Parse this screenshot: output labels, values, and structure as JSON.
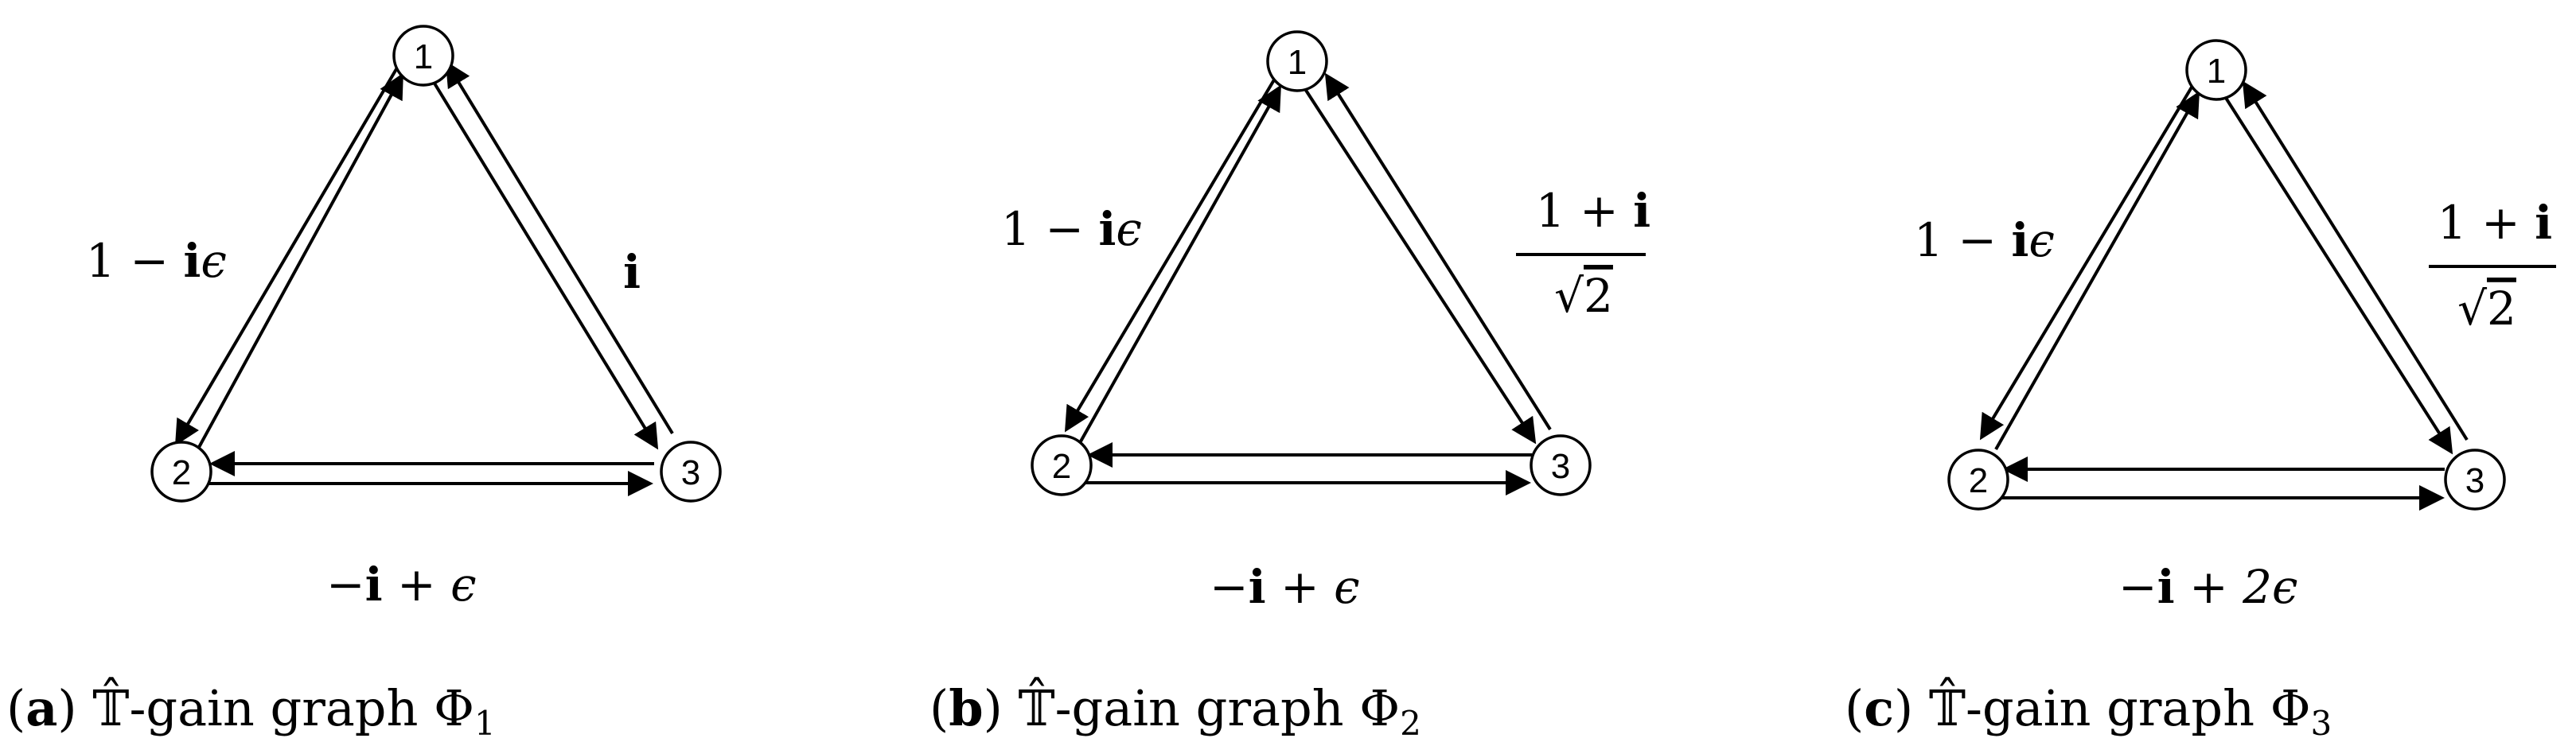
{
  "panels": [
    {
      "nodes": [
        "1",
        "2",
        "3"
      ],
      "edge_labels": {
        "left": {
          "pre": "1 − ",
          "bold": "i",
          "post": "ϵ"
        },
        "right": {
          "type": "plain",
          "bold": "i"
        },
        "bottom": {
          "pre": "−",
          "bold": "i",
          "post": " + ϵ"
        }
      },
      "caption": {
        "tag": "a",
        "open": "(",
        "close": ")",
        "text": " 𝕋̂-gain graph Φ",
        "sub": "1"
      }
    },
    {
      "nodes": [
        "1",
        "2",
        "3"
      ],
      "edge_labels": {
        "left": {
          "pre": "1 − ",
          "bold": "i",
          "post": "ϵ"
        },
        "right": {
          "type": "fraction",
          "num_pre": "1 + ",
          "num_bold": "i",
          "den_radical": "√",
          "den_value": "2"
        },
        "bottom": {
          "pre": "−",
          "bold": "i",
          "post": " + ϵ"
        }
      },
      "caption": {
        "tag": "b",
        "open": "(",
        "close": ")",
        "text": " 𝕋̂-gain graph Φ",
        "sub": "2"
      }
    },
    {
      "nodes": [
        "1",
        "2",
        "3"
      ],
      "edge_labels": {
        "left": {
          "pre": "1 − ",
          "bold": "i",
          "post": "ϵ"
        },
        "right": {
          "type": "fraction",
          "num_pre": "1 + ",
          "num_bold": "i",
          "den_radical": "√",
          "den_value": "2"
        },
        "bottom": {
          "pre": "−",
          "bold": "i",
          "post": " + 2ϵ"
        }
      },
      "caption": {
        "tag": "c",
        "open": "(",
        "close": ")",
        "text": " 𝕋̂-gain graph Φ",
        "sub": "3"
      }
    }
  ]
}
